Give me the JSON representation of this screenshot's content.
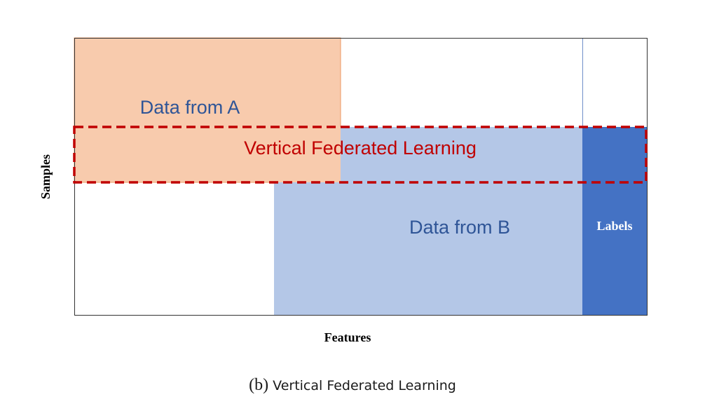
{
  "diagram": {
    "region_a_label": "Data from A",
    "region_b_label": "Data from B",
    "overlap_label": "Vertical Federated Learning",
    "labels_column_label": "Labels",
    "x_axis_label": "Features",
    "y_axis_label": "Samples"
  },
  "caption": {
    "letter": "(b)",
    "text": "Vertical Federated Learning"
  },
  "colors": {
    "data_a_fill": "#f8cbad",
    "data_b_fill": "#b4c7e7",
    "labels_fill": "#4472c4",
    "overlap_border": "#c00000",
    "region_text": "#2f5597",
    "overlap_text": "#c00000"
  }
}
